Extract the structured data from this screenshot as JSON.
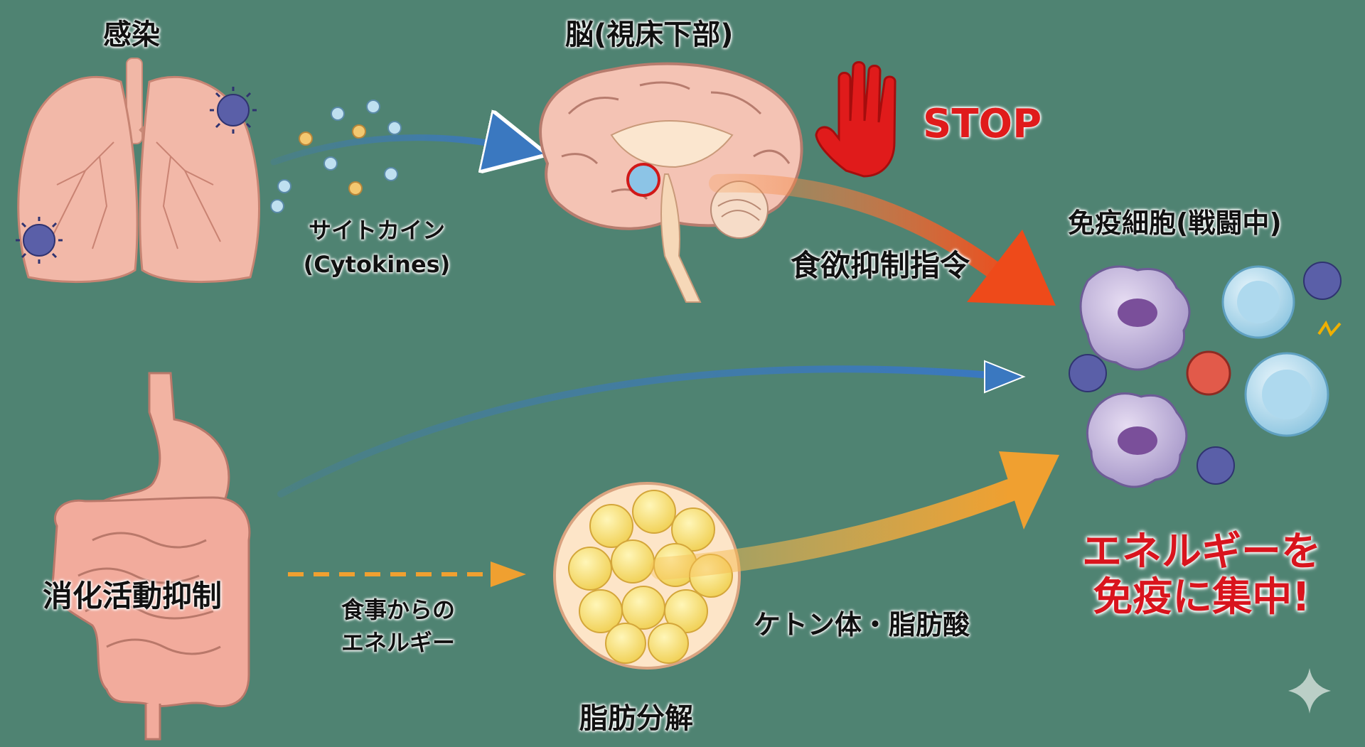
{
  "labels": {
    "infection": "感染",
    "brain": "脳(視床下部)",
    "stop": "STOP",
    "cytokine_line1": "サイトカイン",
    "cytokine_line2": "(Cytokines)",
    "appetite_command": "食欲抑制指令",
    "immune_cells": "免疫細胞(戦闘中)",
    "digestion_suppression": "消化活動抑制",
    "food_energy_line1": "食事からの",
    "food_energy_line2": "エネルギー",
    "ketone": "ケトン体・脂肪酸",
    "fat_breakdown": "脂肪分解",
    "conclusion_line1": "エネルギーを",
    "conclusion_line2": "免疫に集中!"
  },
  "colors": {
    "background": "#4f8372",
    "blue_arrow": "#3a78c0",
    "red_orange_arrow": "#ee5a22",
    "orange_arrow": "#f0a030",
    "stop_red": "#e01b1b",
    "conclusion_red": "#d9141d"
  },
  "icons": [
    "lungs-icon",
    "virus-icon",
    "brain-icon",
    "stop-hand-icon",
    "stomach-icon",
    "intestine-icon",
    "fat-cells-icon",
    "immune-cell-icon",
    "sparkle-icon"
  ]
}
